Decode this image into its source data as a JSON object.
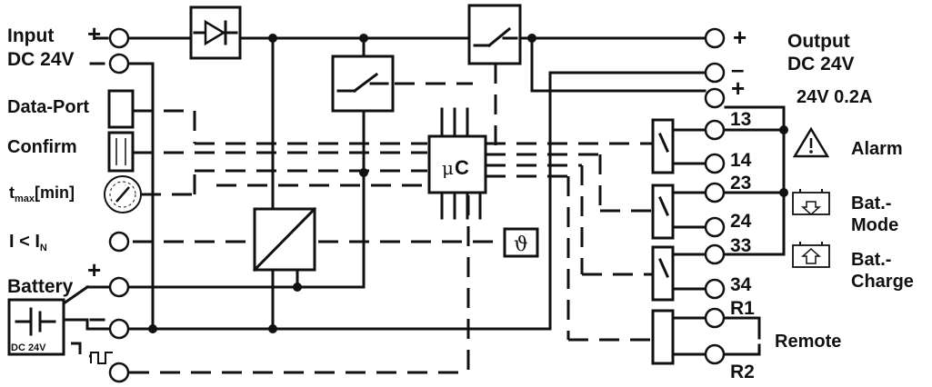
{
  "labels": {
    "input": "Input",
    "input_dc": "DC 24V",
    "data_port": "Data-Port",
    "confirm": "Confirm",
    "tmax_t": "t",
    "tmax_sub": "max",
    "tmax_unit": "[min]",
    "i_lt": "I  < I",
    "i_sub": "N",
    "battery": "Battery",
    "battery_dc": "DC 24V",
    "output": "Output",
    "output_dc": "DC 24V",
    "aux_out": "24V 0.2A",
    "alarm": "Alarm",
    "bat_mode_1": "Bat.-",
    "bat_mode_2": "Mode",
    "bat_charge_1": "Bat.-",
    "bat_charge_2": "Charge",
    "remote": "Remote",
    "mu": "μ",
    "c": "C",
    "theta": "ϑ",
    "plus": "+",
    "minus": "–"
  },
  "terminals": [
    "13",
    "14",
    "23",
    "24",
    "33",
    "34",
    "R1",
    "R2"
  ]
}
